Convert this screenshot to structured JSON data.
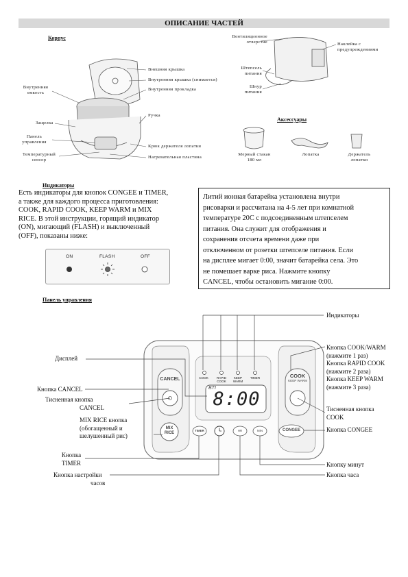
{
  "header": {
    "title": "ОПИСАНИЕ ЧАСТЕЙ"
  },
  "body_section": {
    "title": "Корпус",
    "labels": {
      "outer_lid": "Внешняя крышка",
      "inner_lid": "Внутренняя крышка (снимается)",
      "inner_gasket": "Внутренняя прокладка",
      "inner_pot_1": "Внутренняя",
      "inner_pot_2": "емкость",
      "latch": "Защелка",
      "panel_1": "Панель",
      "panel_2": "управления",
      "handle": "Ручка",
      "temp_sensor_1": "Температурный",
      "temp_sensor_2": "сенсор",
      "spatula_hook": "Крюк держателя лопатки",
      "heating_plate": "Нагревательная пластина"
    }
  },
  "rear_view": {
    "labels": {
      "vent_1": "Вентиляционное",
      "vent_2": "отверстие",
      "sticker_1": "Наклейка с",
      "sticker_2": "предупреждениями",
      "plug_1": "Штепсель",
      "plug_2": "питания",
      "cord_1": "Шнур",
      "cord_2": "питания"
    }
  },
  "accessories": {
    "title": "Аксессуары",
    "cup_1": "Мерный стакан",
    "cup_2": "180 мл",
    "spatula": "Лопатка",
    "holder_1": "Держатель",
    "holder_2": "лопатки"
  },
  "indicators": {
    "title": "Индикаторы",
    "text_lines": [
      "Есть индикаторы для кнопок CONGEE и TIMER,",
      "а также для каждого процесса приготовления:",
      "COOK, RAPID COOK, KEEP WARM и MIX",
      "RICE. В этой инструкции, горящий индикатор",
      "(ON), мигающий (FLASH) и выключенный",
      "(OFF), показаны ниже:"
    ],
    "states": {
      "on": "ON",
      "flash": "FLASH",
      "off": "OFF"
    }
  },
  "battery_note": {
    "lines": [
      "Литий ионная батарейка установлена внутри",
      "рисоварки и рассчитана на 4-5 лет при комнатной",
      "температуре 20С с подсоединенным штепселем",
      "питания. Она служит для отображения и",
      "сохранения отсчета времени даже при",
      "отключенном от розетки штепселе питания. Если",
      "на дисплее мигает 0:00, значит батарейка села. Это",
      "не помешает варке риса. Нажмите кнопку",
      "CANCEL, чтобы остановить мигание 0:00."
    ]
  },
  "control_panel": {
    "title": "Панель управления",
    "display_text": "8:00",
    "display_tag": "BTI",
    "buttons": {
      "cancel": "CANCEL",
      "cook": "COOK",
      "keep_warm": "KEEP WARM",
      "mix_1": "MIX",
      "mix_2": "RICE",
      "timer": "TIMER",
      "hour": "HR",
      "min": "MIN",
      "congee": "CONGEE"
    },
    "indicator_labels": {
      "cook": "COOK",
      "rapid_1": "RAPID",
      "rapid_2": "COOK",
      "keep_1": "KEEP",
      "keep_2": "WARM",
      "timer": "TIMER"
    },
    "callouts": {
      "indicators": "Индикаторы",
      "display": "Дисплей",
      "cancel_button": "Кнопка CANCEL",
      "embossed_cancel_1": "Тисненная кнопка",
      "embossed_cancel_2": "CANCEL",
      "mix_rice_1": "MIX RICE кнопка",
      "mix_rice_2": "(обогащенный и",
      "mix_rice_3": "шелушенный рис)",
      "timer_1": "Кнопка",
      "timer_2": "TIMER",
      "clock_set_1": "Кнопка настройки",
      "clock_set_2": "часов",
      "cook_warm_lines": [
        "Кнопка COOK/WARM",
        "(нажмите 1 раз)",
        "Кнопка RAPID COOK",
        "(нажмите 2 раза)",
        "Кнопка KEEP WARM",
        "(нажмите 3 раза)"
      ],
      "embossed_cook_1": "Тисненная кнопка",
      "embossed_cook_2": "COOK",
      "congee_button": "Кнопка CONGEE",
      "minute_button": "Кнопку минут",
      "hour_button": "Кнопка часа"
    }
  }
}
